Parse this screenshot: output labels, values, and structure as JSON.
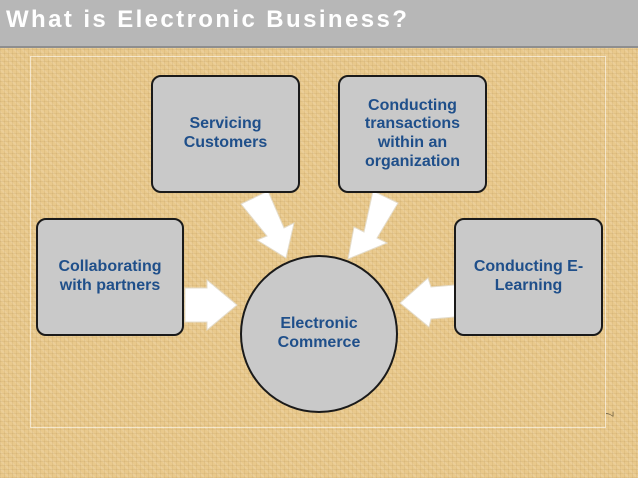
{
  "title": "What is Electronic Business?",
  "diagram": {
    "center": "Electronic\nCommerce",
    "nodes": {
      "servicing": "Servicing\nCustomers",
      "transactions": "Conducting\ntransactions\nwithin an\norganization",
      "collaborating": "Collaborating\nwith partners",
      "elearning": "Conducting E-\nLearning"
    }
  },
  "page_number": "7",
  "colors": {
    "box_fill": "#c9c9c9",
    "box_text": "#1f4f8a",
    "arrow": "#ffffff",
    "title_bar": "#b7b7b7"
  }
}
